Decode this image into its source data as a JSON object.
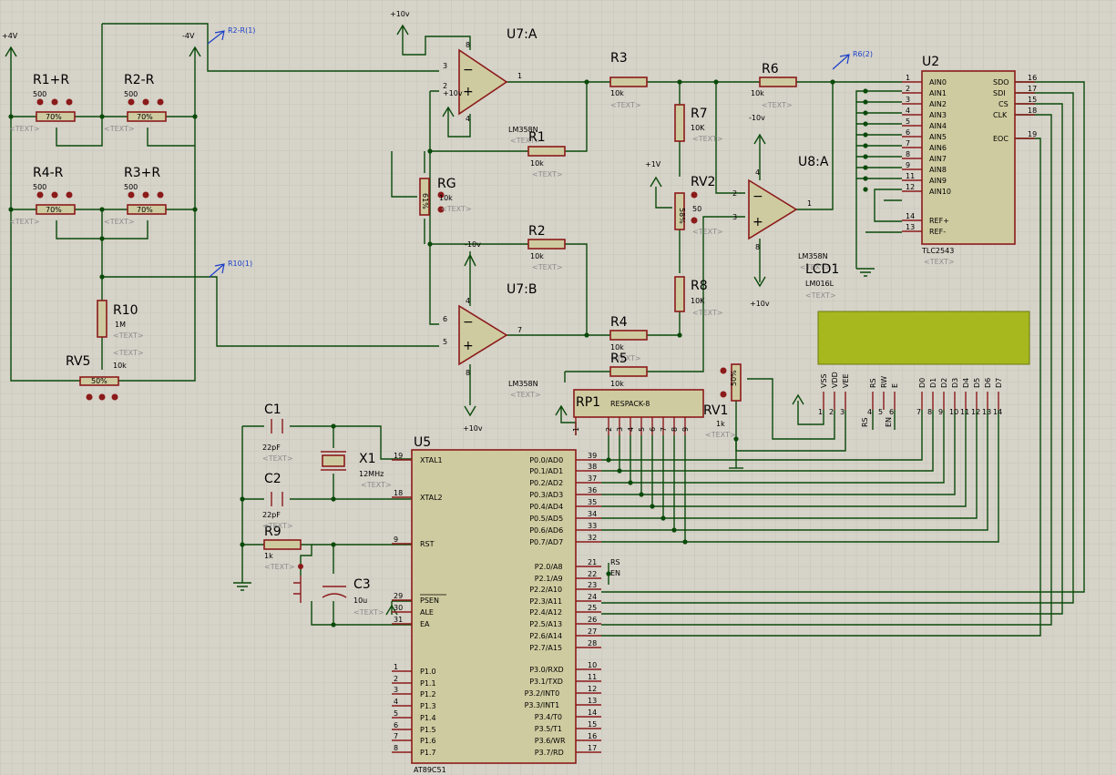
{
  "title": "",
  "grid": true,
  "colors": {
    "background": "#d6d3c9",
    "grid": "#c2bfb4",
    "wire": "#0a4a0a",
    "component": "#8b1a1a",
    "body_fill": "#cfcba0",
    "lcd": "#a6b81e",
    "probe": "#1a3ec8",
    "placeholder": "#8c8c8c"
  },
  "texts": {
    "placeholder": "<TEXT>"
  },
  "supply": {
    "p4v": "+4V",
    "m4v": "-4V",
    "p10v": "+10v",
    "m10v": "-10v",
    "p1v": "+1V"
  },
  "probes": {
    "r2r": "R2-R(1)",
    "r10": "R10(1)",
    "r6": "R6(2)"
  },
  "bridge": {
    "r1": {
      "ref": "R1+R",
      "value": "500",
      "pct": "70%"
    },
    "r2": {
      "ref": "R2-R",
      "value": "500",
      "pct": "70%"
    },
    "r4": {
      "ref": "R4-R",
      "value": "500",
      "pct": "70%"
    },
    "r3": {
      "ref": "R3+R",
      "value": "500",
      "pct": "70%"
    },
    "r10": {
      "ref": "R10",
      "value": "1M"
    },
    "rv5": {
      "ref": "RV5",
      "value": "10k",
      "pct": "50%"
    }
  },
  "amps": {
    "u7a": {
      "ref": "U7:A",
      "part": "LM358N"
    },
    "u7b": {
      "ref": "U7:B",
      "part": "LM358N"
    },
    "u8a": {
      "ref": "U8:A",
      "part": "LM358N"
    }
  },
  "resistors": {
    "r1": {
      "ref": "R1",
      "value": "10k"
    },
    "r2": {
      "ref": "R2",
      "value": "10k"
    },
    "r3": {
      "ref": "R3",
      "value": "10k"
    },
    "r4": {
      "ref": "R4",
      "value": "10k"
    },
    "r5": {
      "ref": "R5",
      "value": "10k"
    },
    "r6": {
      "ref": "R6",
      "value": "10k"
    },
    "r7": {
      "ref": "R7",
      "value": "10K"
    },
    "r8": {
      "ref": "R8",
      "value": "10K"
    },
    "r9": {
      "ref": "R9",
      "value": "1k"
    },
    "rg": {
      "ref": "RG",
      "value": "10k",
      "pct": "61%"
    },
    "rv2": {
      "ref": "RV2",
      "value": "50",
      "pct": "58%"
    },
    "rv1": {
      "ref": "RV1",
      "value": "1k",
      "pct": "50%"
    }
  },
  "adc": {
    "ref": "U2",
    "part": "TLC2543",
    "left_pins": [
      {
        "num": "1",
        "name": "AIN0"
      },
      {
        "num": "2",
        "name": "AIN1"
      },
      {
        "num": "3",
        "name": "AIN2"
      },
      {
        "num": "4",
        "name": "AIN3"
      },
      {
        "num": "5",
        "name": "AIN4"
      },
      {
        "num": "6",
        "name": "AIN5"
      },
      {
        "num": "7",
        "name": "AIN6"
      },
      {
        "num": "8",
        "name": "AIN7"
      },
      {
        "num": "9",
        "name": "AIN8"
      },
      {
        "num": "11",
        "name": "AIN9"
      },
      {
        "num": "12",
        "name": "AIN10"
      },
      {
        "num": "14",
        "name": "REF+"
      },
      {
        "num": "13",
        "name": "REF-"
      }
    ],
    "right_pins": [
      {
        "num": "16",
        "name": "SDO"
      },
      {
        "num": "17",
        "name": "SDI"
      },
      {
        "num": "15",
        "name": "CS"
      },
      {
        "num": "18",
        "name": "CLK"
      },
      {
        "num": "19",
        "name": "EOC"
      }
    ]
  },
  "lcd": {
    "ref": "LCD1",
    "part": "LM016L",
    "pins": [
      {
        "num": "1",
        "name": "VSS"
      },
      {
        "num": "2",
        "name": "VDD"
      },
      {
        "num": "3",
        "name": "VEE"
      },
      {
        "num": "4",
        "name": "RS"
      },
      {
        "num": "5",
        "name": "RW"
      },
      {
        "num": "6",
        "name": "E"
      },
      {
        "num": "7",
        "name": "D0"
      },
      {
        "num": "8",
        "name": "D1"
      },
      {
        "num": "9",
        "name": "D2"
      },
      {
        "num": "10",
        "name": "D3"
      },
      {
        "num": "11",
        "name": "D4"
      },
      {
        "num": "12",
        "name": "D5"
      },
      {
        "num": "13",
        "name": "D6"
      },
      {
        "num": "14",
        "name": "D7"
      }
    ],
    "net_rs": "RS",
    "net_en": "EN"
  },
  "rp1": {
    "ref": "RP1",
    "part": "RESPACK-8",
    "pins": [
      "1",
      "2",
      "3",
      "4",
      "5",
      "6",
      "7",
      "8",
      "9"
    ]
  },
  "crystal": {
    "c1": {
      "ref": "C1",
      "value": "22pF"
    },
    "c2": {
      "ref": "C2",
      "value": "22pF"
    },
    "c3": {
      "ref": "C3",
      "value": "10u"
    },
    "x1": {
      "ref": "X1",
      "value": "12MHz"
    }
  },
  "mcu": {
    "ref": "U5",
    "part": "AT89C51",
    "left_pins": [
      {
        "num": "19",
        "name": "XTAL1"
      },
      {
        "num": "18",
        "name": "XTAL2"
      },
      {
        "num": "9",
        "name": "RST"
      },
      {
        "num": "29",
        "name": "PSEN"
      },
      {
        "num": "30",
        "name": "ALE"
      },
      {
        "num": "31",
        "name": "EA"
      },
      {
        "num": "1",
        "name": "P1.0"
      },
      {
        "num": "2",
        "name": "P1.1"
      },
      {
        "num": "3",
        "name": "P1.2"
      },
      {
        "num": "4",
        "name": "P1.3"
      },
      {
        "num": "5",
        "name": "P1.4"
      },
      {
        "num": "6",
        "name": "P1.5"
      },
      {
        "num": "7",
        "name": "P1.6"
      },
      {
        "num": "8",
        "name": "P1.7"
      }
    ],
    "right_pins": [
      {
        "num": "39",
        "name": "P0.0/AD0"
      },
      {
        "num": "38",
        "name": "P0.1/AD1"
      },
      {
        "num": "37",
        "name": "P0.2/AD2"
      },
      {
        "num": "36",
        "name": "P0.3/AD3"
      },
      {
        "num": "35",
        "name": "P0.4/AD4"
      },
      {
        "num": "34",
        "name": "P0.5/AD5"
      },
      {
        "num": "33",
        "name": "P0.6/AD6"
      },
      {
        "num": "32",
        "name": "P0.7/AD7"
      },
      {
        "num": "21",
        "name": "P2.0/A8"
      },
      {
        "num": "22",
        "name": "P2.1/A9"
      },
      {
        "num": "23",
        "name": "P2.2/A10"
      },
      {
        "num": "24",
        "name": "P2.3/A11"
      },
      {
        "num": "25",
        "name": "P2.4/A12"
      },
      {
        "num": "26",
        "name": "P2.5/A13"
      },
      {
        "num": "27",
        "name": "P2.6/A14"
      },
      {
        "num": "28",
        "name": "P2.7/A15"
      },
      {
        "num": "10",
        "name": "P3.0/RXD"
      },
      {
        "num": "11",
        "name": "P3.1/TXD"
      },
      {
        "num": "12",
        "name": "P3.2/INT0"
      },
      {
        "num": "13",
        "name": "P3.3/INT1"
      },
      {
        "num": "14",
        "name": "P3.4/T0"
      },
      {
        "num": "15",
        "name": "P3.5/T1"
      },
      {
        "num": "16",
        "name": "P3.6/WR"
      },
      {
        "num": "17",
        "name": "P3.7/RD"
      }
    ],
    "net_rs": "RS",
    "net_en": "EN"
  }
}
